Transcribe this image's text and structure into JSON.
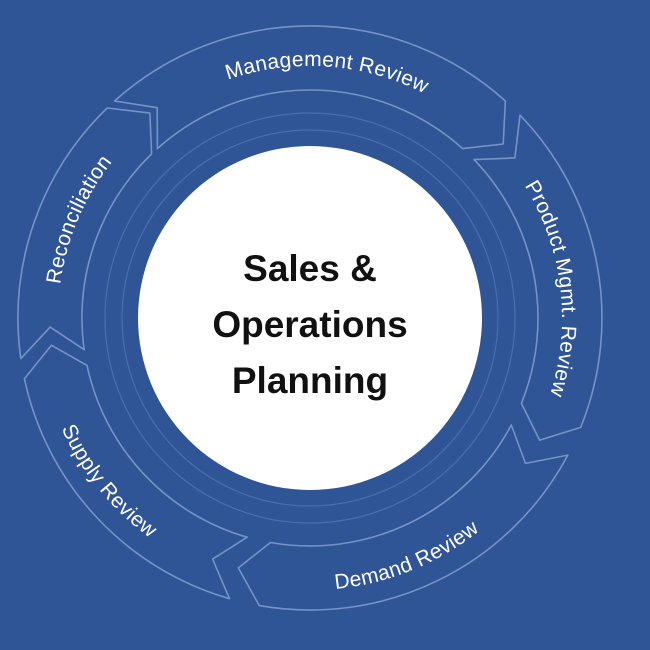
{
  "diagram": {
    "center": {
      "lines": [
        "Sales &",
        "Operations",
        "Planning"
      ]
    },
    "segments": [
      {
        "label": "Management Review"
      },
      {
        "label": "Product Mgmt. Review"
      },
      {
        "label": "Demand Review"
      },
      {
        "label": "Supply Review"
      },
      {
        "label": "Reconciliation"
      }
    ],
    "colors": {
      "background": "#2f5597",
      "segment_outline": "#8fa8d4",
      "label_text": "#ffffff",
      "center_fill": "#ffffff",
      "center_text": "#111111"
    }
  }
}
